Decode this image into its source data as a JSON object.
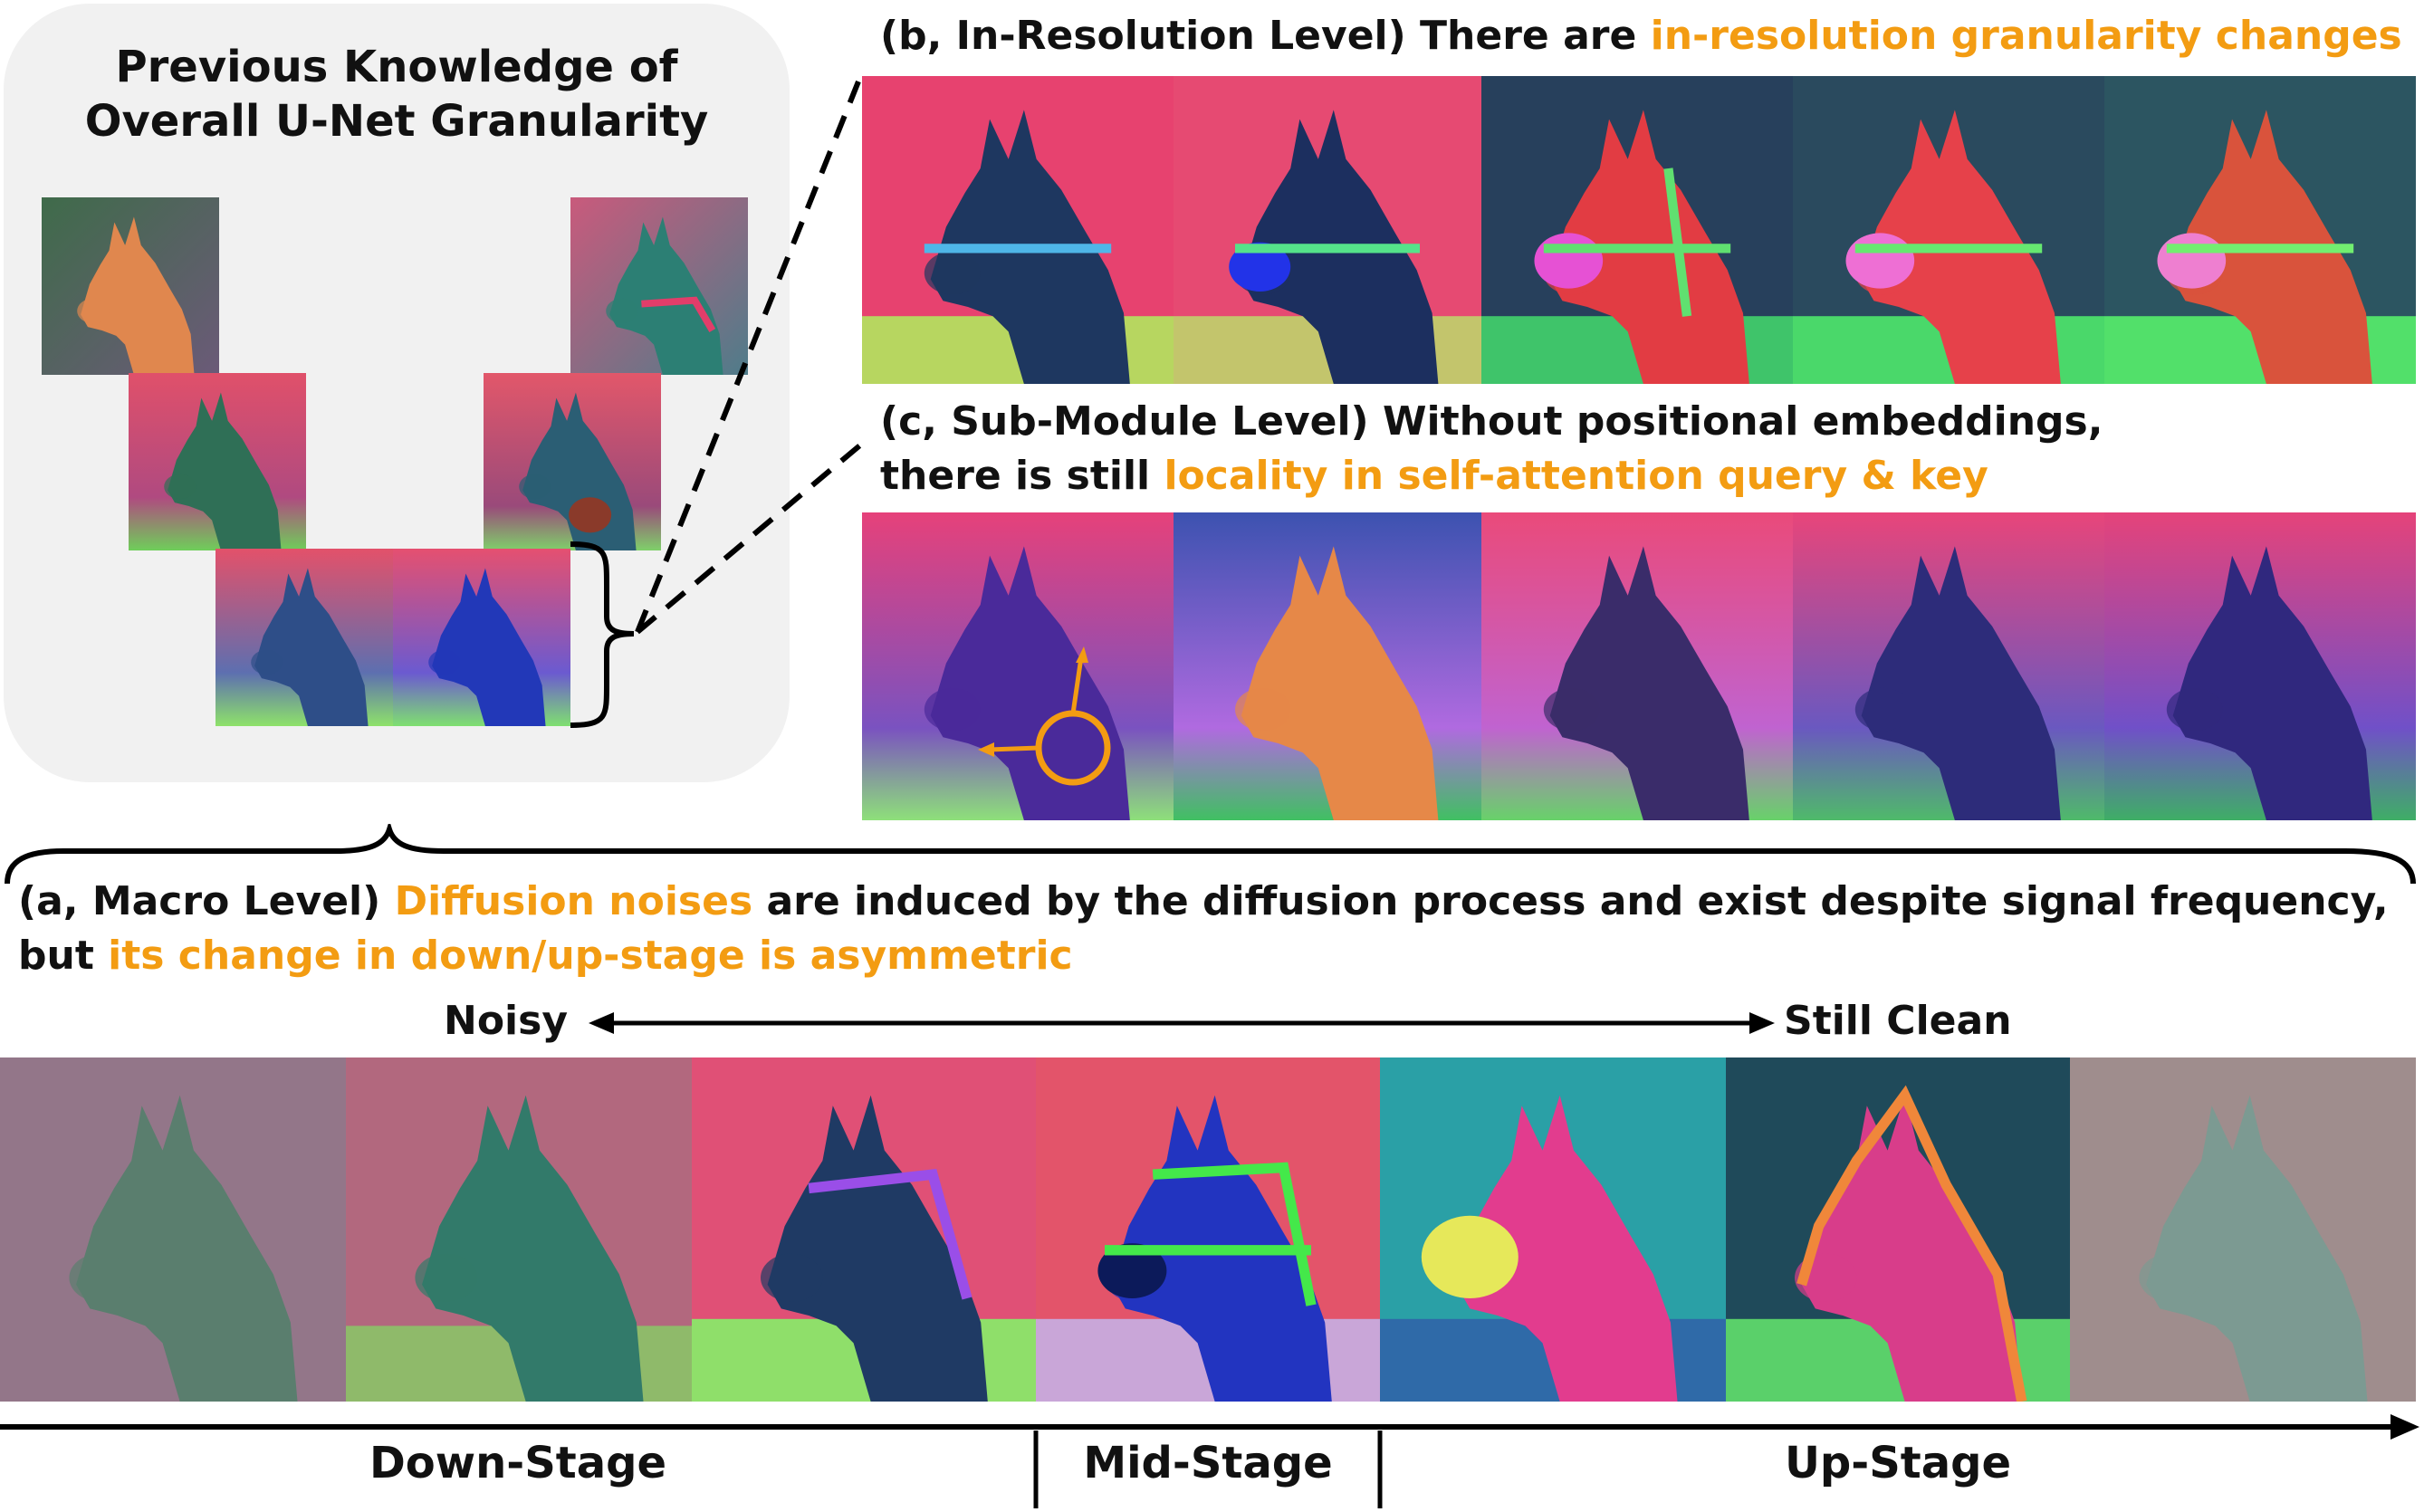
{
  "left_panel": {
    "title_line1": "Previous Knowledge of",
    "title_line2": "Overall U-Net Granularity"
  },
  "section_b": {
    "prefix": "(b, In-Resolution Level) There are ",
    "highlight": "in-resolution granularity changes"
  },
  "section_c": {
    "line1": "(c, Sub-Module Level) Without positional embeddings,",
    "line2_prefix": "there is still ",
    "line2_highlight": "locality in self-attention query & key"
  },
  "section_a": {
    "prefix": "(a, Macro Level) ",
    "highlight1": "Diffusion noises",
    "middle": " are induced by the diffusion process and exist despite signal frequency,",
    "line2_prefix": "but ",
    "highlight2": "its change in down/up-stage is asymmetric"
  },
  "noise_axis": {
    "left_label": "Noisy",
    "right_label": "Still Clean"
  },
  "stage_axis": {
    "down": "Down-Stage",
    "mid": "Mid-Stage",
    "up": "Up-Stage"
  },
  "colors": {
    "accent": "#f39c12",
    "panel_bg": "#f1f1f1",
    "text": "#111111"
  },
  "icons": [
    "horse-feature-map-image",
    "curly-brace-icon",
    "dashed-zoom-line",
    "double-arrow-icon",
    "orange-circle-marker-icon"
  ]
}
